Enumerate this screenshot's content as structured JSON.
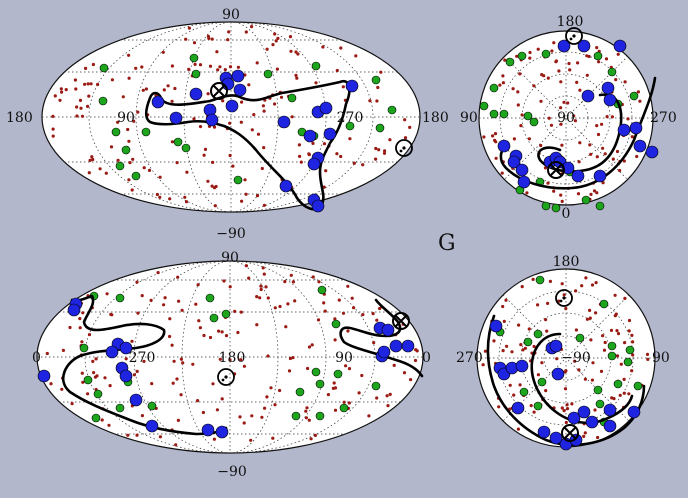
{
  "figure": {
    "letter": "G",
    "colors": {
      "background": "#b3b7cb",
      "blue": "#1f24e0",
      "green": "#1ea51e",
      "red": "#9a1a14"
    }
  },
  "panels": [
    {
      "id": "top-left",
      "labels": {
        "top": "90",
        "bottom": "−90",
        "left": "180",
        "right": "180",
        "center": "90",
        "right_mid": "270"
      }
    },
    {
      "id": "top-right",
      "labels": {
        "top": "180",
        "bottom": "0",
        "left": "90",
        "right": "270",
        "center": "90"
      }
    },
    {
      "id": "bottom-left",
      "labels": {
        "top": "90",
        "bottom": "−90",
        "left": "0",
        "right": "0",
        "center": "180",
        "left_mid": "270",
        "right_mid": "90"
      }
    },
    {
      "id": "bottom-right",
      "labels": {
        "top": "180",
        "bottom": "",
        "left": "270",
        "right": "90",
        "center": "−90"
      }
    }
  ]
}
